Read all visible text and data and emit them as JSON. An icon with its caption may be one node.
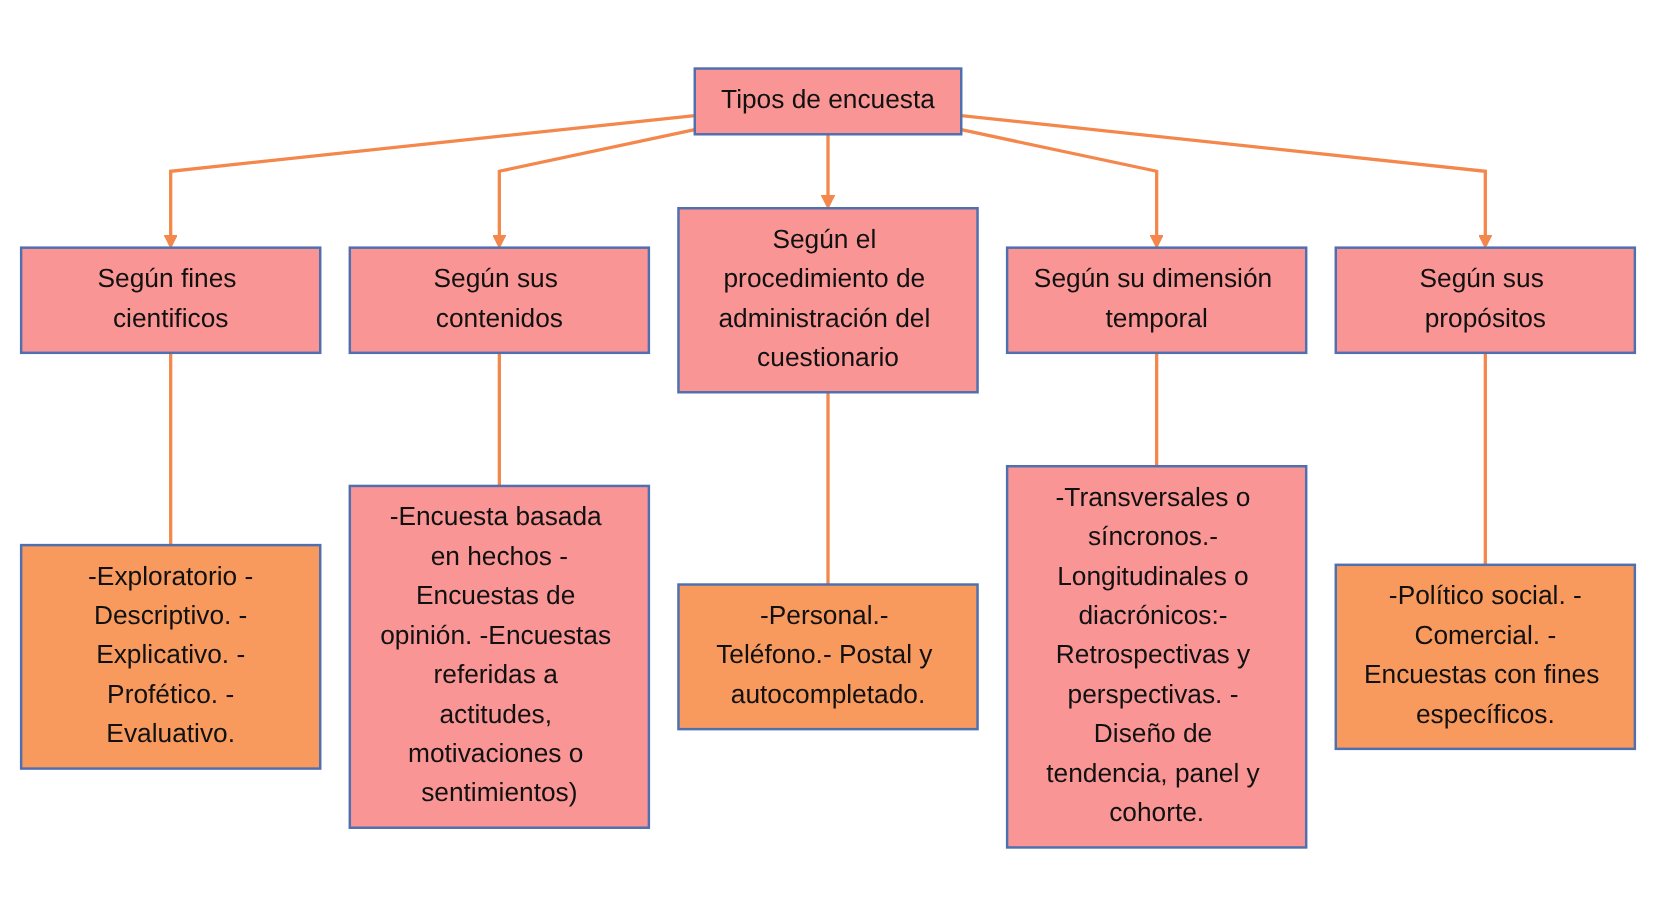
{
  "diagram": {
    "nodes": [
      {
        "text": [
          "Tipos de encuesta"
        ]
      },
      {
        "text": [
          "Según fines cientificos"
        ]
      },
      {
        "text": [
          "Según sus contenidos"
        ]
      },
      {
        "text": [
          "Según el procedimiento de administración del cuestionario"
        ]
      },
      {
        "text": [
          "Según su dimensión temporal"
        ]
      },
      {
        "text": [
          "Según sus propósitos"
        ]
      },
      {
        "text": [
          "-Exploratorio -Descriptivo. -Explicativo. -Profético. -Evaluativo."
        ]
      },
      {
        "text": [
          "-Encuesta basada en hechos -Encuestas de opinión. -Encuestas referidas a actitudes, motivaciones o sentimientos)"
        ]
      },
      {
        "text": [
          "-Personal.- Teléfono.- Postal y autocompletado."
        ]
      },
      {
        "text": [
          "-Transversales o síncronos.- Longitudinales o diacrónicos:- Retrospectivas y perspectivas. - Diseño de tendencia, panel y cohorte."
        ]
      },
      {
        "text": [
          "-Político social. -Comercial. -Encuestas con fines específicos."
        ]
      }
    ],
    "edges": [
      {
        "from": 0,
        "to": 1,
        "arrow": "to"
      },
      {
        "from": 0,
        "to": 2,
        "arrow": "to"
      },
      {
        "from": 0,
        "to": 3,
        "arrow": "to"
      },
      {
        "from": 0,
        "to": 4,
        "arrow": "to"
      },
      {
        "from": 0,
        "to": 5,
        "arrow": "to"
      },
      {
        "from": 1,
        "to": 6,
        "arrow": "none"
      },
      {
        "from": 2,
        "to": 7,
        "arrow": "none"
      },
      {
        "from": 3,
        "to": 8,
        "arrow": "none"
      },
      {
        "from": 4,
        "to": 9,
        "arrow": "none"
      },
      {
        "from": 5,
        "to": 10,
        "arrow": "none"
      }
    ]
  }
}
